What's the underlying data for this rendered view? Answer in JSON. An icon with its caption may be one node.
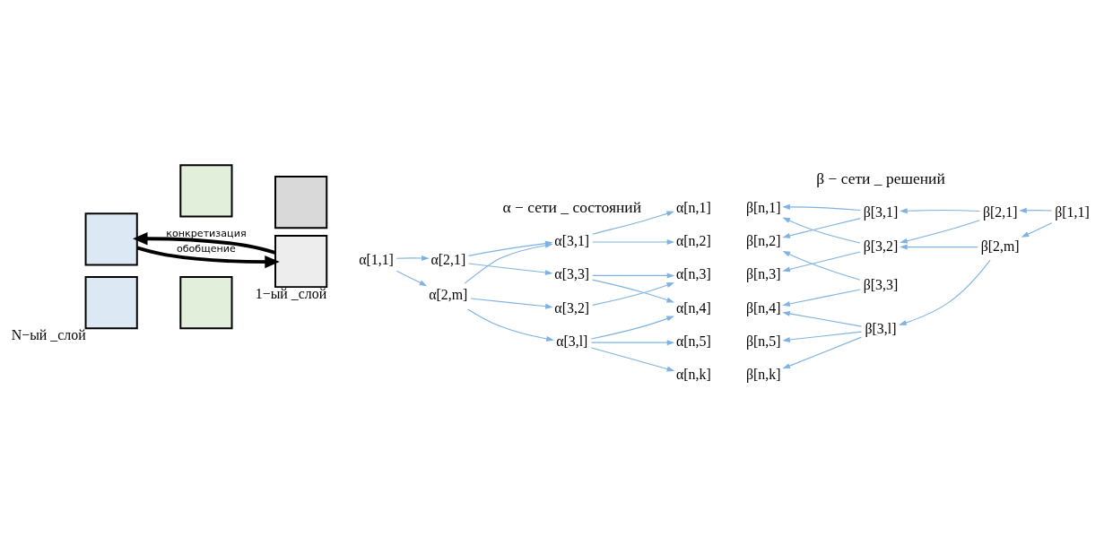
{
  "diagram": {
    "nodes": [
      {
        "text": [],
        "shape": "box",
        "beside": [
          "N−ый _слой"
        ]
      },
      {
        "text": [],
        "shape": "box"
      },
      {
        "text": [],
        "shape": "box"
      },
      {
        "text": [],
        "shape": "box"
      },
      {
        "text": [],
        "shape": "box",
        "beside": [
          "1−ый _слой"
        ]
      },
      {
        "text": [],
        "shape": "box"
      },
      {
        "text": [
          "α[1,1]"
        ]
      },
      {
        "text": [
          "α[2,1]"
        ]
      },
      {
        "text": [
          "α[2,m]"
        ]
      },
      {
        "text": [
          "α[3,1]"
        ]
      },
      {
        "text": [
          "α[3,2]"
        ]
      },
      {
        "text": [
          "α[3,3]"
        ]
      },
      {
        "text": [
          "α[3,l]"
        ]
      },
      {
        "text": [
          "α[n,1]"
        ]
      },
      {
        "text": [
          "α[n,2]"
        ]
      },
      {
        "text": [
          "α[n,3]"
        ]
      },
      {
        "text": [
          "α[n,4]"
        ]
      },
      {
        "text": [
          "α[n,5]"
        ]
      },
      {
        "text": [
          "α[n,k]"
        ]
      },
      {
        "text": [
          "β[n,1]"
        ]
      },
      {
        "text": [
          "β[n,2]"
        ]
      },
      {
        "text": [
          "β[n,3]"
        ]
      },
      {
        "text": [
          "β[n,4]"
        ]
      },
      {
        "text": [
          "β[n,5]"
        ]
      },
      {
        "text": [
          "β[n,k]"
        ]
      },
      {
        "text": [
          "β[3,1]"
        ]
      },
      {
        "text": [
          "β[3,2]"
        ]
      },
      {
        "text": [
          "β[3,3]"
        ]
      },
      {
        "text": [
          "β[3,l]"
        ]
      },
      {
        "text": [
          "β[2,1]"
        ]
      },
      {
        "text": [
          "β[2,m]"
        ]
      },
      {
        "text": [
          "β[1,1]"
        ]
      }
    ],
    "edges": [
      {
        "from": 1,
        "to": 4,
        "arrow": "to",
        "label": "обобщение",
        "style": "thick",
        "color": "#000000"
      },
      {
        "from": 4,
        "to": 1,
        "arrow": "to",
        "label": "конкретизация",
        "style": "thick",
        "color": "#000000"
      },
      {
        "from": 6,
        "to": 7,
        "arrow": "to"
      },
      {
        "from": 6,
        "to": 8,
        "arrow": "to"
      },
      {
        "from": 7,
        "to": 9,
        "arrow": "to"
      },
      {
        "from": 7,
        "to": 11,
        "arrow": "to"
      },
      {
        "from": 8,
        "to": 9,
        "arrow": "to"
      },
      {
        "from": 8,
        "to": 10,
        "arrow": "to"
      },
      {
        "from": 8,
        "to": 12,
        "arrow": "to"
      },
      {
        "from": 9,
        "to": 13,
        "arrow": "to"
      },
      {
        "from": 9,
        "to": 14,
        "arrow": "to"
      },
      {
        "from": 10,
        "to": 15,
        "arrow": "to"
      },
      {
        "from": 11,
        "to": 15,
        "arrow": "to"
      },
      {
        "from": 11,
        "to": 16,
        "arrow": "to"
      },
      {
        "from": 12,
        "to": 16,
        "arrow": "to"
      },
      {
        "from": 12,
        "to": 17,
        "arrow": "to"
      },
      {
        "from": 12,
        "to": 18,
        "arrow": "to"
      },
      {
        "from": 31,
        "to": 29,
        "arrow": "to"
      },
      {
        "from": 31,
        "to": 30,
        "arrow": "to"
      },
      {
        "from": 29,
        "to": 25,
        "arrow": "to"
      },
      {
        "from": 29,
        "to": 26,
        "arrow": "to"
      },
      {
        "from": 30,
        "to": 26,
        "arrow": "to"
      },
      {
        "from": 30,
        "to": 28,
        "arrow": "to"
      },
      {
        "from": 25,
        "to": 19,
        "arrow": "to"
      },
      {
        "from": 25,
        "to": 20,
        "arrow": "to"
      },
      {
        "from": 26,
        "to": 19,
        "arrow": "to"
      },
      {
        "from": 26,
        "to": 21,
        "arrow": "to"
      },
      {
        "from": 27,
        "to": 20,
        "arrow": "to"
      },
      {
        "from": 27,
        "to": 22,
        "arrow": "to"
      },
      {
        "from": 28,
        "to": 22,
        "arrow": "to"
      },
      {
        "from": 28,
        "to": 23,
        "arrow": "to"
      },
      {
        "from": 28,
        "to": 24,
        "arrow": "to"
      }
    ],
    "labels": [
      "α − сети _ состояний",
      "β − сети _ решений"
    ]
  }
}
